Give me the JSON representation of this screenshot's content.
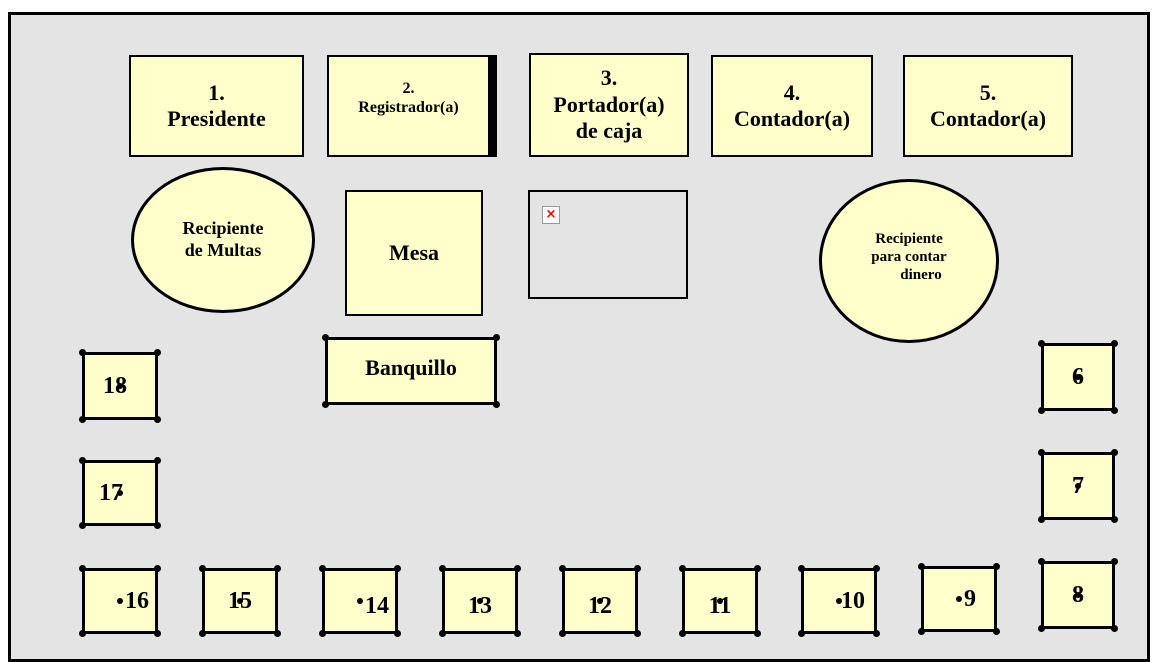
{
  "officers": [
    {
      "line1": "1.",
      "line2": "Presidente"
    },
    {
      "line1": "2.",
      "line2": "Registrador(a)"
    },
    {
      "line1": "3.",
      "line2": "Portador(a)",
      "line3": "de caja"
    },
    {
      "line1": "4.",
      "line2": "Contador(a)"
    },
    {
      "line1": "5.",
      "line2": "Contador(a)"
    }
  ],
  "fines_bowl": {
    "line1": "Recipiente",
    "line2": "de Multas"
  },
  "table": "Mesa",
  "counting_bowl": {
    "line1": "Recipiente",
    "line2": "para contar",
    "line3": "dinero"
  },
  "bench": "Banquillo",
  "broken_image_icon": "×",
  "seats": [
    "6",
    "7",
    "8",
    "9",
    "10",
    "11",
    "12",
    "13",
    "14",
    "15",
    "16",
    "17",
    "18"
  ]
}
